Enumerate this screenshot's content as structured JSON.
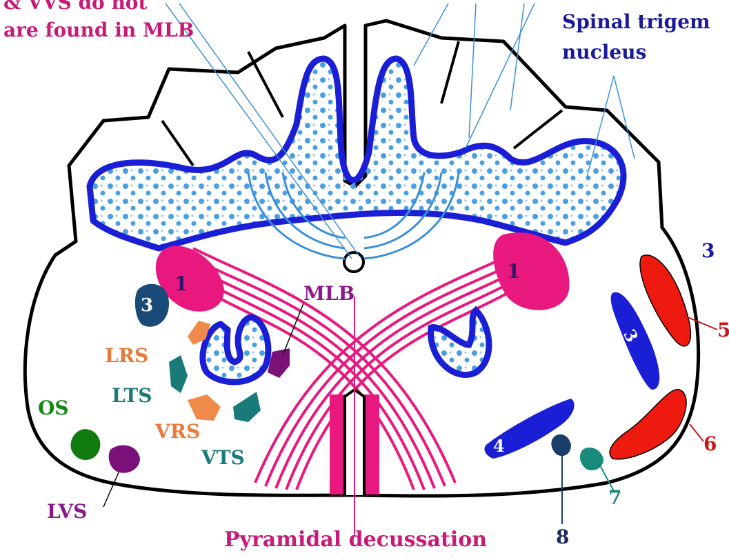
{
  "labels": {
    "top_left_line1": "& VVS do not",
    "top_left_line2": "are found in MLB",
    "spinal_trigem_line1": "Spinal trigem",
    "spinal_trigem_line2": "nucleus",
    "mlb": "MLB",
    "lrs": "LRS",
    "lts": "LTS",
    "os": "OS",
    "vrs": "VRS",
    "vts": "VTS",
    "lvs": "LVS",
    "pyramidal": "Pyramidal decussation",
    "num_1_left": "1",
    "num_1_right": "1",
    "num_3_left": "3",
    "num_3_right_outer": "3",
    "num_3_right_inner": "3",
    "num_4": "4",
    "num_5": "5",
    "num_6": "6",
    "num_7": "7",
    "num_8": "8"
  },
  "colors": {
    "outline": "#000000",
    "gray_matter_border": "#1a1fd6",
    "gray_matter_dots": "#4a9fe0",
    "arc_fibers": "#3a8fd8",
    "pink_tracts": "#e8187e",
    "lrs_vrs": "#f08a4a",
    "lts_vts": "#1a7a7a",
    "os": "#107a10",
    "lvs": "#7a1078",
    "tract_3_dark": "#1a4a78",
    "red_tracts": "#ee1a10",
    "blue_tracts": "#1a1fd6",
    "tract_8": "#1a3f6a",
    "tract_7": "#1a8a7a",
    "label_pink": "#c81a78",
    "label_blue": "#1a1a9a",
    "label_orange": "#e87a3a",
    "label_teal": "#1a7a7a",
    "label_green": "#108a10",
    "label_purple": "#8a1a8a",
    "label_red": "#c81818",
    "label_navy": "#1a2a5a"
  }
}
